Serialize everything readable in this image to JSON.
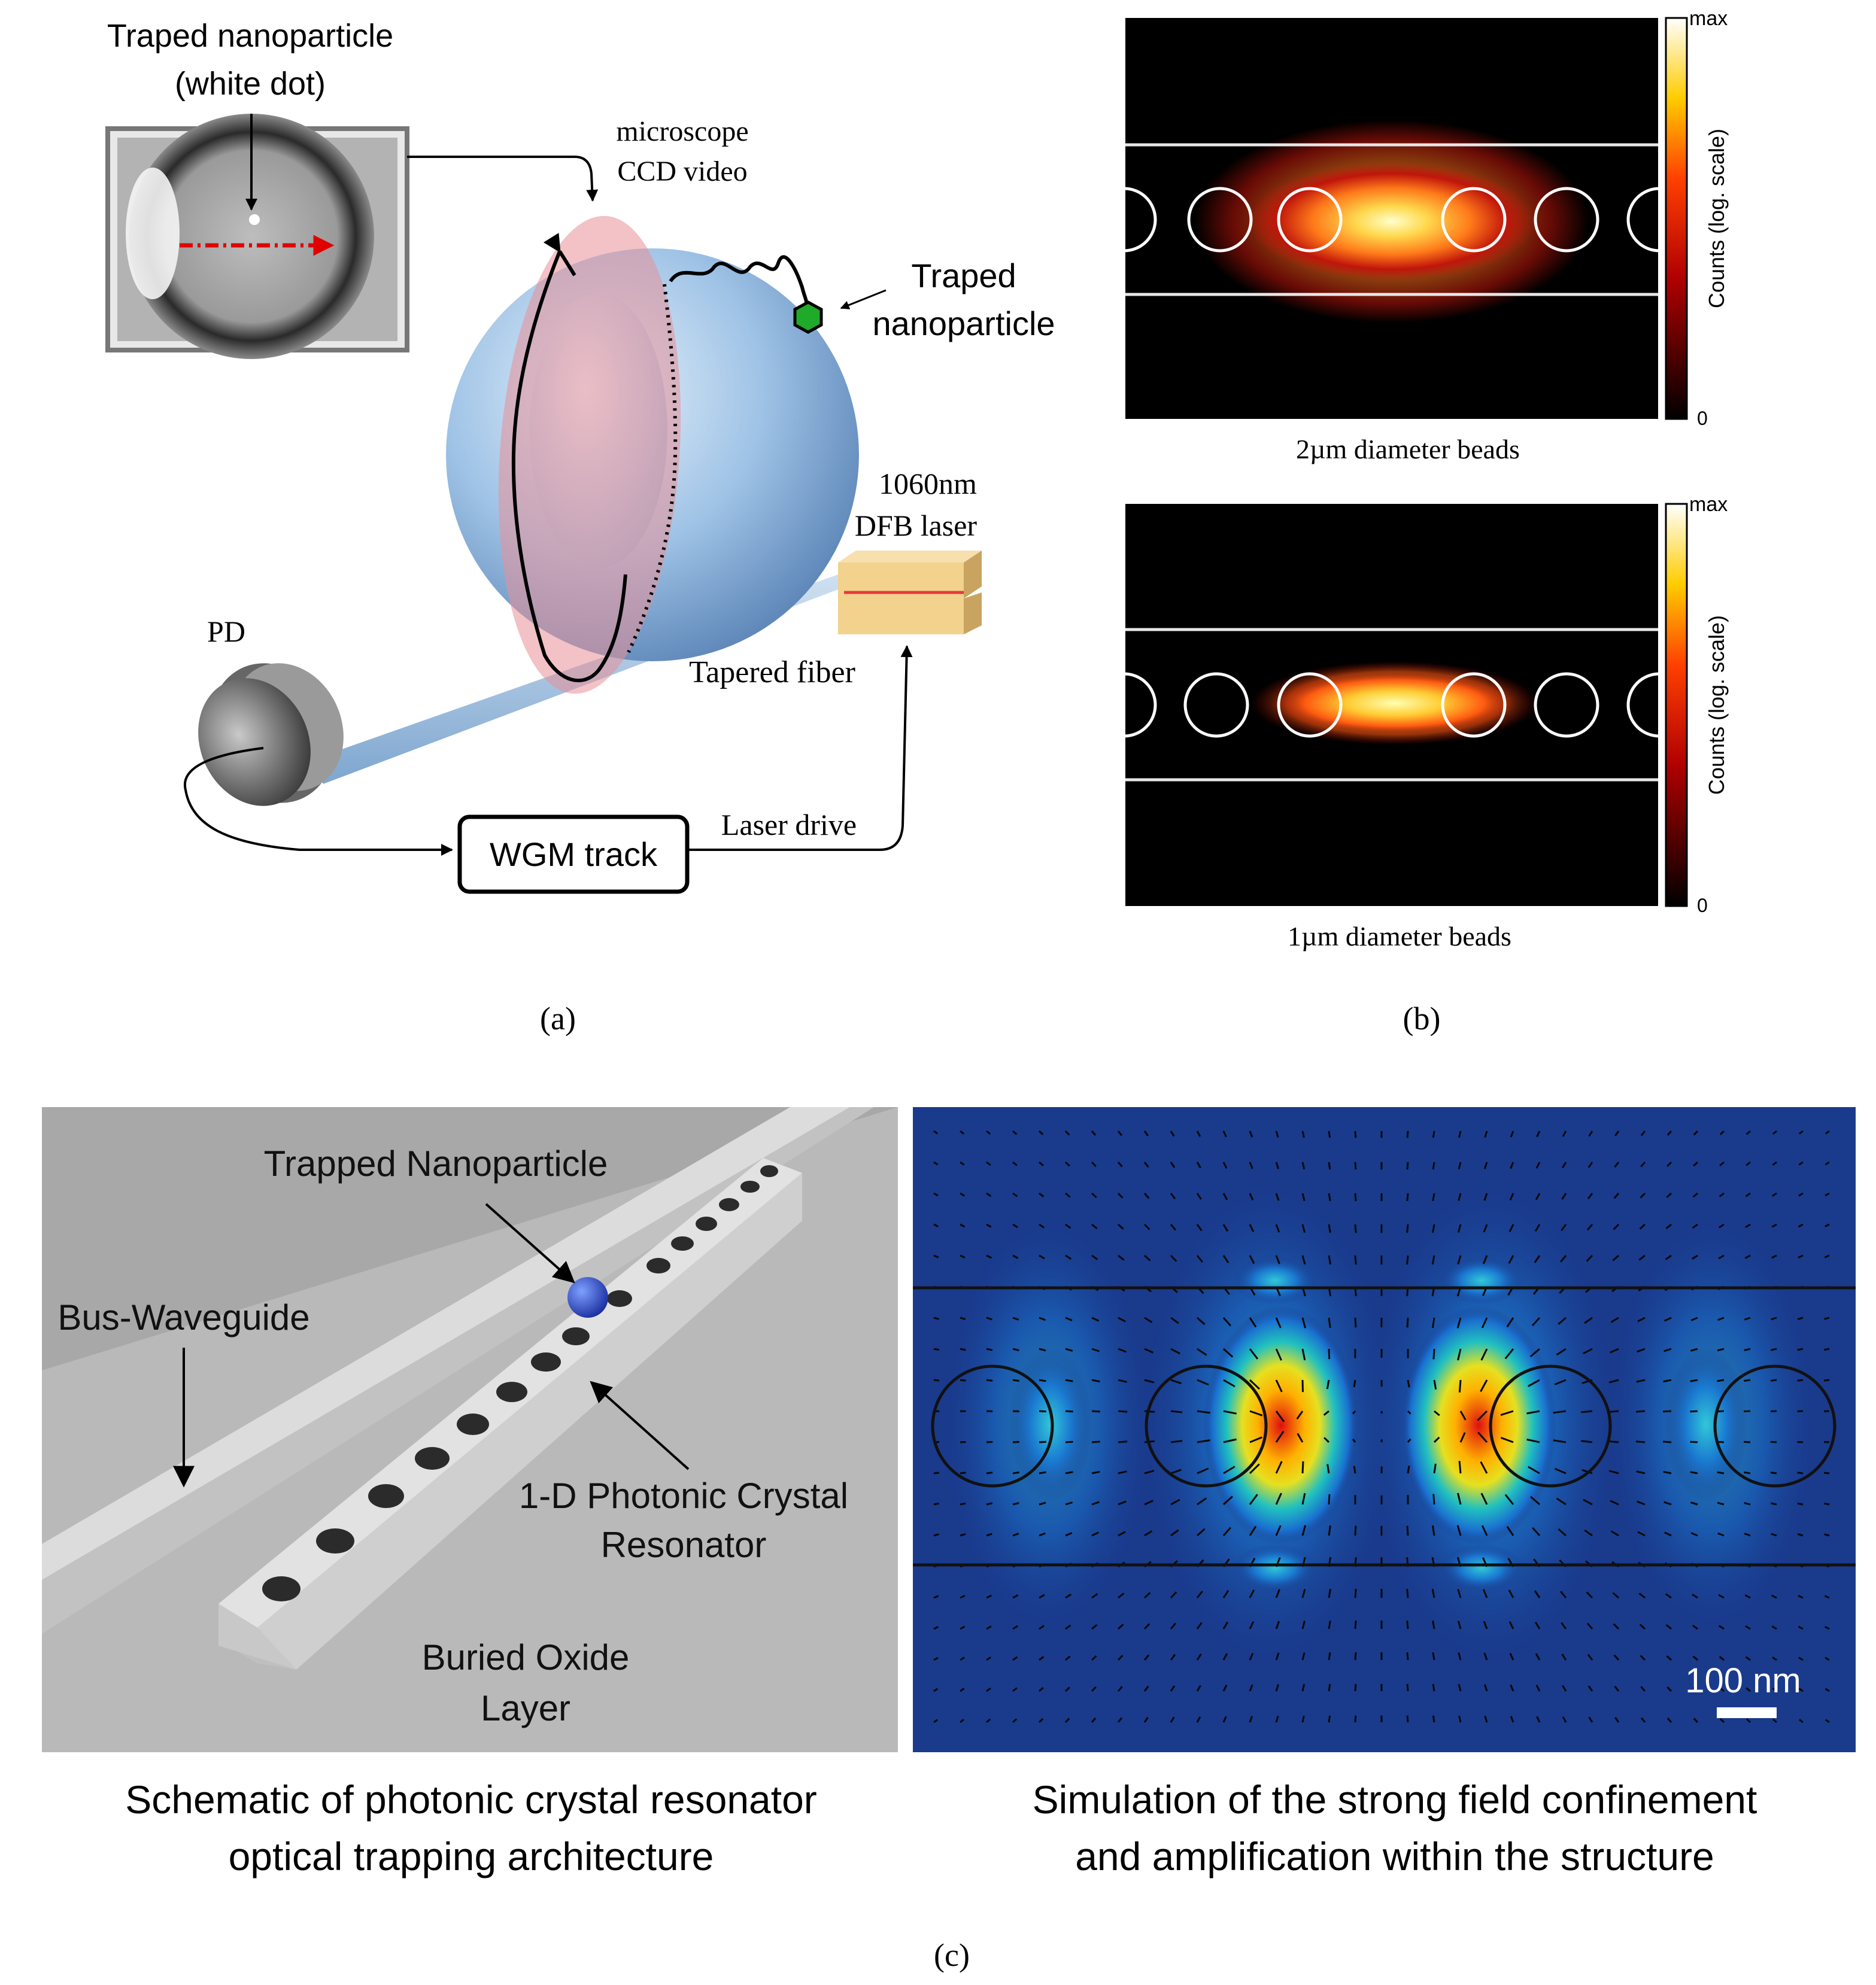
{
  "panel_a": {
    "inset_label_line1": "Traped nanoparticle",
    "inset_label_line2": "(white dot)",
    "microscope_line1": "microscope",
    "microscope_line2": "CCD video",
    "particle_label_line1": "Traped",
    "particle_label_line2": "nanoparticle",
    "laser_line1": "1060nm",
    "laser_line2": "DFB laser",
    "pd_label": "PD",
    "fiber_label": "Tapered fiber",
    "drive_label": "Laser drive",
    "track_box": "WGM track",
    "caption": "(a)"
  },
  "panel_b": {
    "top_caption": "2µm diameter beads",
    "bottom_caption": "1µm diameter beads",
    "colorbar_max": "max",
    "colorbar_min": "0",
    "colorbar_label": "Counts (log. scale)",
    "caption": "(b)"
  },
  "panel_c": {
    "trapped_label": "Trapped Nanoparticle",
    "bus_label": "Bus-Waveguide",
    "resonator_line1": "1-D Photonic Crystal",
    "resonator_line2": "Resonator",
    "oxide_line1": "Buried Oxide",
    "oxide_line2": "Layer",
    "scale_label": "100 nm",
    "left_caption_line1": "Schematic of photonic crystal resonator",
    "left_caption_line2": "optical trapping architecture",
    "right_caption_line1": "Simulation of the strong field confinement",
    "right_caption_line2": "and amplification within the structure",
    "caption": "(c)"
  },
  "colors": {
    "sphere": "#9fc3e6",
    "wgm_band": "#e88f97",
    "heat_bg": "#000000",
    "sim_bg": "#1a3a8c"
  }
}
